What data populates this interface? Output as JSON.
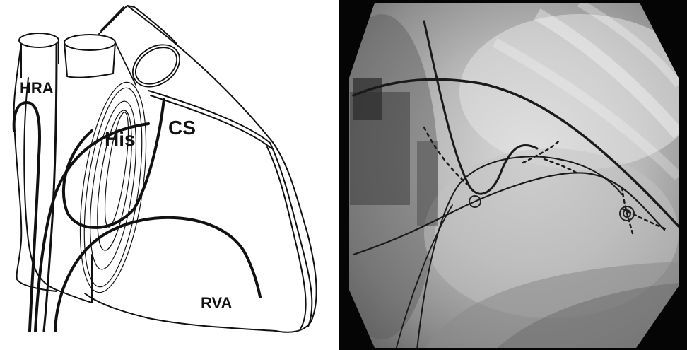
{
  "labels": {
    "hra": "HRA",
    "his": "His",
    "cs": "CS",
    "rva": "RVA"
  },
  "colors": {
    "line": "#111111",
    "background": "#ffffff",
    "fluoro_frame": "#050505"
  }
}
